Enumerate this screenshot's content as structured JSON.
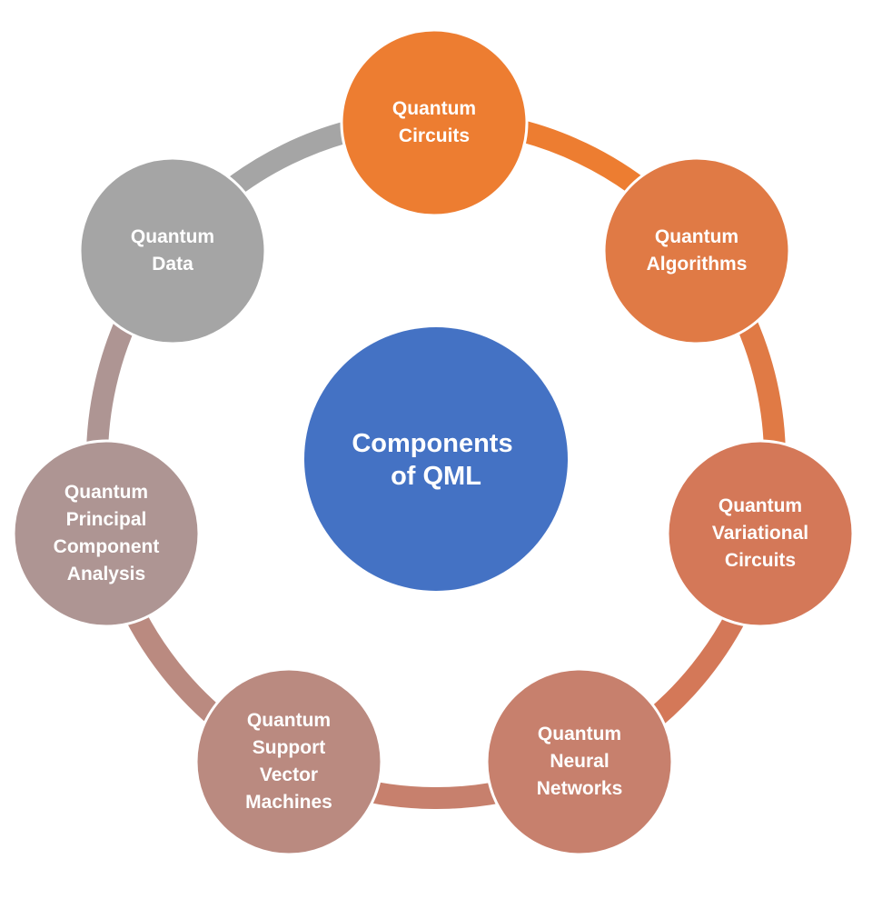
{
  "center": {
    "label_lines": [
      "Components",
      "of QML"
    ],
    "color": "#4472C4"
  },
  "nodes": [
    {
      "id": "quantum-circuits",
      "label_lines": [
        "Quantum",
        "Circuits"
      ],
      "color": "#ED7D31"
    },
    {
      "id": "quantum-algorithms",
      "label_lines": [
        "Quantum",
        "Algorithms"
      ],
      "color": "#E07A45"
    },
    {
      "id": "quantum-variational-circuits",
      "label_lines": [
        "Quantum",
        "Variational",
        "Circuits"
      ],
      "color": "#D47858"
    },
    {
      "id": "quantum-neural-networks",
      "label_lines": [
        "Quantum",
        "Neural",
        "Networks"
      ],
      "color": "#C7806D"
    },
    {
      "id": "quantum-support-vector-machines",
      "label_lines": [
        "Quantum",
        "Support",
        "Vector",
        "Machines"
      ],
      "color": "#BA8A80"
    },
    {
      "id": "quantum-principal-component-analysis",
      "label_lines": [
        "Quantum",
        "Principal",
        "Component",
        "Analysis"
      ],
      "color": "#AE9593"
    },
    {
      "id": "quantum-data",
      "label_lines": [
        "Quantum",
        "Data"
      ],
      "color": "#A5A5A5"
    }
  ]
}
